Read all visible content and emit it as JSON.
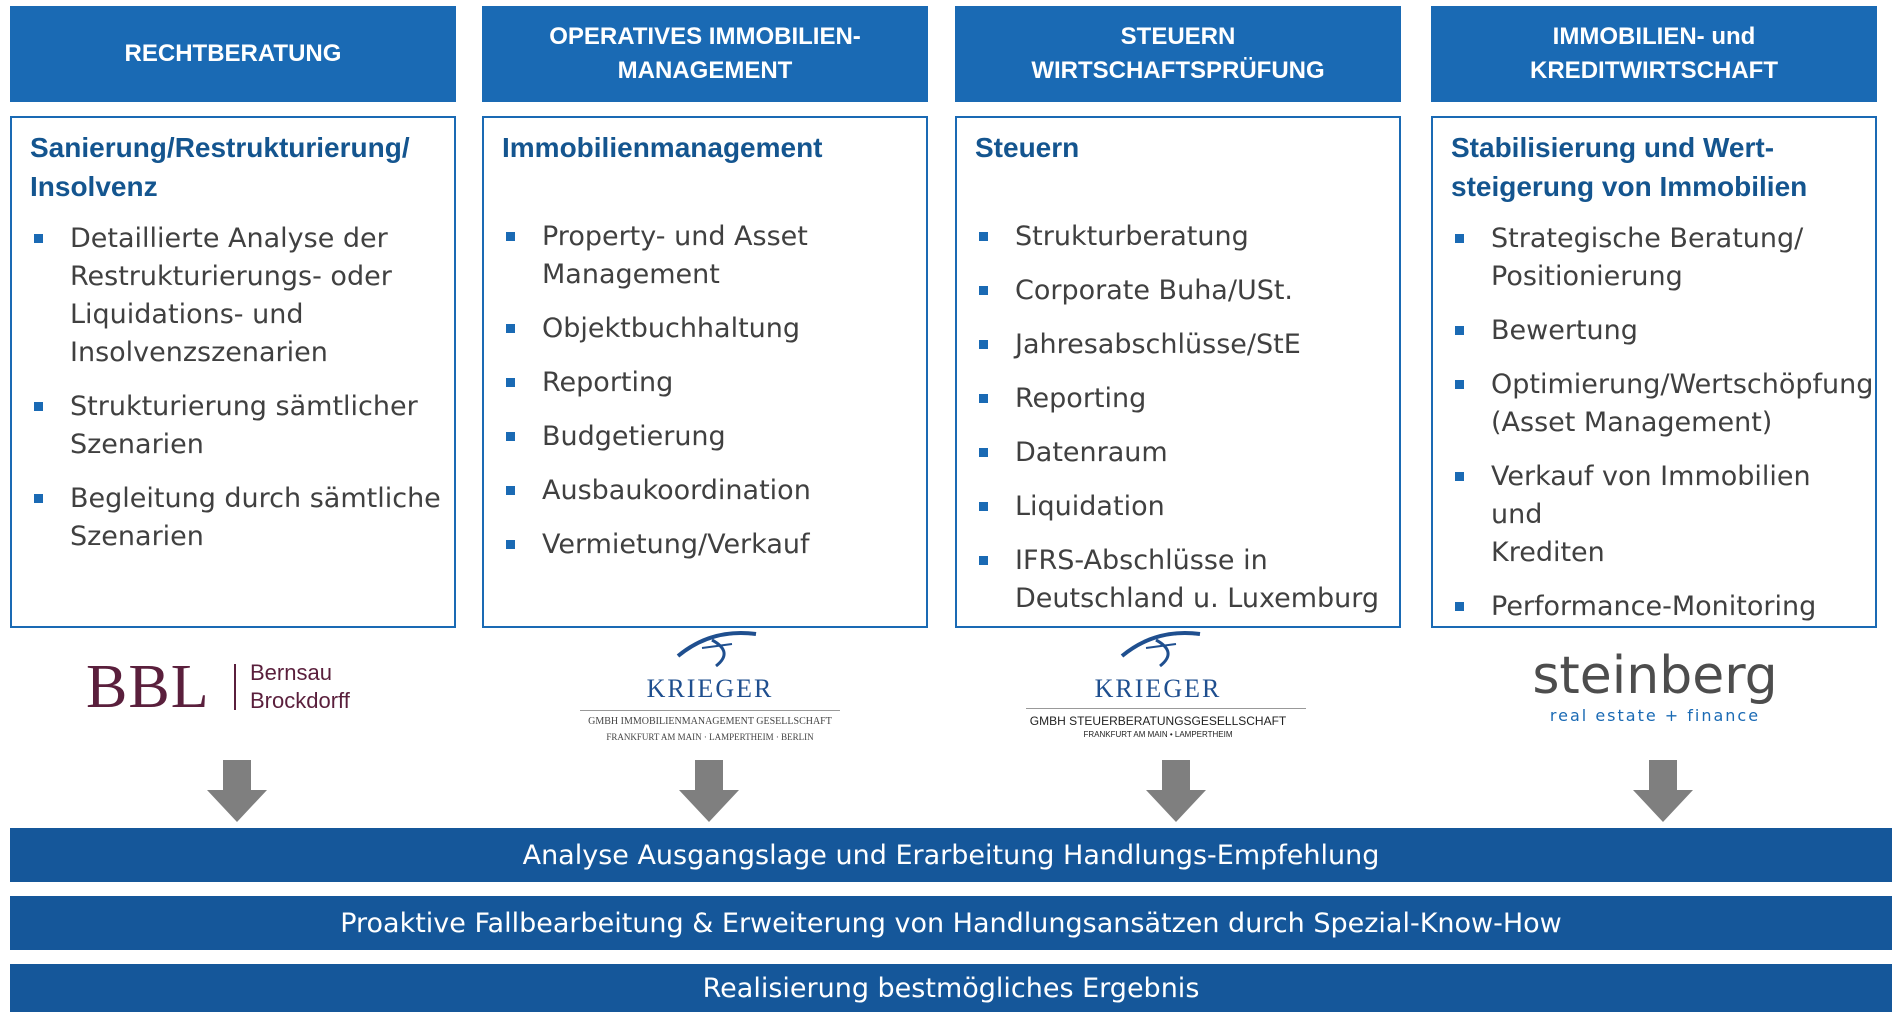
{
  "columns": [
    {
      "header": [
        "RECHTBERATUNG"
      ],
      "box_title": [
        "Sanierung/Restrukturierung/",
        "Insolvenz"
      ],
      "items": [
        [
          "Detaillierte Analyse der",
          "Restrukturierungs- oder",
          "Liquidations- und",
          "Insolvenzszenarien"
        ],
        [
          "Strukturierung sämtlicher",
          "Szenarien"
        ],
        [
          "Begleitung durch sämtliche",
          "Szenarien"
        ]
      ]
    },
    {
      "header": [
        "OPERATIVES IMMOBILIEN-",
        "MANAGEMENT"
      ],
      "box_title": [
        "Immobilienmanagement"
      ],
      "items": [
        [
          "Property- und Asset",
          "Management"
        ],
        [
          "Objektbuchhaltung"
        ],
        [
          "Reporting"
        ],
        [
          "Budgetierung"
        ],
        [
          "Ausbaukoordination"
        ],
        [
          "Vermietung/Verkauf"
        ]
      ]
    },
    {
      "header": [
        "STEUERN",
        "WIRTSCHAFTSPRÜFUNG"
      ],
      "box_title": [
        "Steuern"
      ],
      "items": [
        [
          "Strukturberatung"
        ],
        [
          "Corporate Buha/USt."
        ],
        [
          "Jahresabschlüsse/StE"
        ],
        [
          "Reporting"
        ],
        [
          "Datenraum"
        ],
        [
          "Liquidation"
        ],
        [
          "IFRS-Abschlüsse in",
          "Deutschland u. Luxemburg"
        ]
      ]
    },
    {
      "header": [
        "IMMOBILIEN- und",
        "KREDITWIRTSCHAFT"
      ],
      "box_title": [
        "Stabilisierung und Wert-",
        "steigerung von Immobilien"
      ],
      "items": [
        [
          "Strategische Beratung/",
          "Positionierung"
        ],
        [
          "Bewertung"
        ],
        [
          "Optimierung/Wertschöpfung",
          "(Asset Management)"
        ],
        [
          "Verkauf von Immobilien und",
          "Krediten"
        ],
        [
          "Performance-Monitoring"
        ]
      ]
    }
  ],
  "logos": {
    "bbl": {
      "mark": "BBL",
      "line1": "Bernsau",
      "line2": "Brockdorff"
    },
    "krieger1": {
      "name": "KRIEGER",
      "line1": "GMBH IMMOBILIENMANAGEMENT GESELLSCHAFT",
      "line2": "FRANKFURT AM MAIN · LAMPERTHEIM · BERLIN"
    },
    "krieger2": {
      "name": "KRIEGER",
      "line1": "GMBH STEUERBERATUNGSGESELLSCHAFT",
      "line2": "FRANKFURT AM MAIN • LAMPERTHEIM"
    },
    "steinberg": {
      "name": "steinberg",
      "tagline": "real estate + finance"
    }
  },
  "bars": [
    "Analyse Ausgangslage und Erarbeitung Handlungs-Empfehlung",
    "Proaktive Fallbearbeitung & Erweiterung von Handlungsansätzen durch Spezial-Know-How",
    "Realisierung bestmögliches Ergebnis"
  ],
  "colors": {
    "header_bg": "#1a6ab4",
    "bar_bg": "#15579a",
    "title": "#14558f",
    "arrow": "#7f7f7f",
    "bbl": "#5a1f3c"
  }
}
